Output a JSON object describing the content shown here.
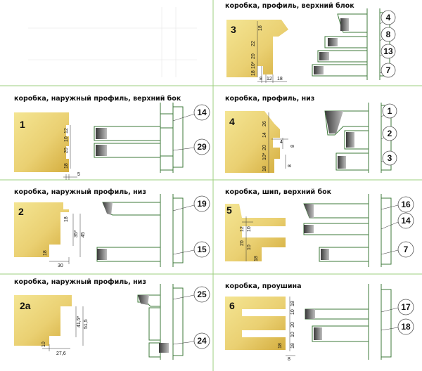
{
  "colors": {
    "wood_light": "#f2e08a",
    "wood_dark": "#d9b445",
    "cutter_dark": "#4a4a4a",
    "outline_green": "#3d7a3a",
    "separator_green": "#9ecf7f"
  },
  "panels": [
    {
      "id": "panel-3",
      "title": "коробка, профиль, верхний блок",
      "label": "3",
      "dims": [
        "18",
        "22",
        "20",
        "10*",
        "18",
        "8",
        "12",
        "18"
      ],
      "parts": [
        "4",
        "8",
        "13",
        "7"
      ]
    },
    {
      "id": "panel-1",
      "title": "коробка, наружный профиль, верхний бок",
      "label": "1",
      "dims": [
        "12",
        "10",
        "20",
        "18",
        "5"
      ],
      "parts": [
        "14",
        "29"
      ]
    },
    {
      "id": "panel-4",
      "title": "коробка, профиль, низ",
      "label": "4",
      "dims": [
        "26",
        "14",
        "20",
        "10*",
        "18",
        "4",
        "8",
        "8"
      ],
      "parts": [
        "1",
        "2",
        "3"
      ]
    },
    {
      "id": "panel-2",
      "title": "коробка, наружный профиль,  низ",
      "label": "2",
      "dims": [
        "18",
        "35*",
        "45",
        "18",
        "30"
      ],
      "parts": [
        "19",
        "15"
      ]
    },
    {
      "id": "panel-5",
      "title": "коробка, шип, верхний бок",
      "label": "5",
      "dims": [
        "12",
        "10",
        "20",
        "10",
        "18"
      ],
      "parts": [
        "16",
        "14",
        "7"
      ]
    },
    {
      "id": "panel-2a",
      "title": "коробка, наружный профиль,  низ",
      "label": "2а",
      "dims": [
        "41,5*",
        "51,5",
        "10",
        "27,6"
      ],
      "parts": [
        "25",
        "24"
      ]
    },
    {
      "id": "panel-6",
      "title": "коробка, проушина",
      "label": "6",
      "dims": [
        "18",
        "10",
        "20",
        "10",
        "18",
        "18",
        "8"
      ],
      "parts": [
        "17",
        "18"
      ]
    }
  ]
}
